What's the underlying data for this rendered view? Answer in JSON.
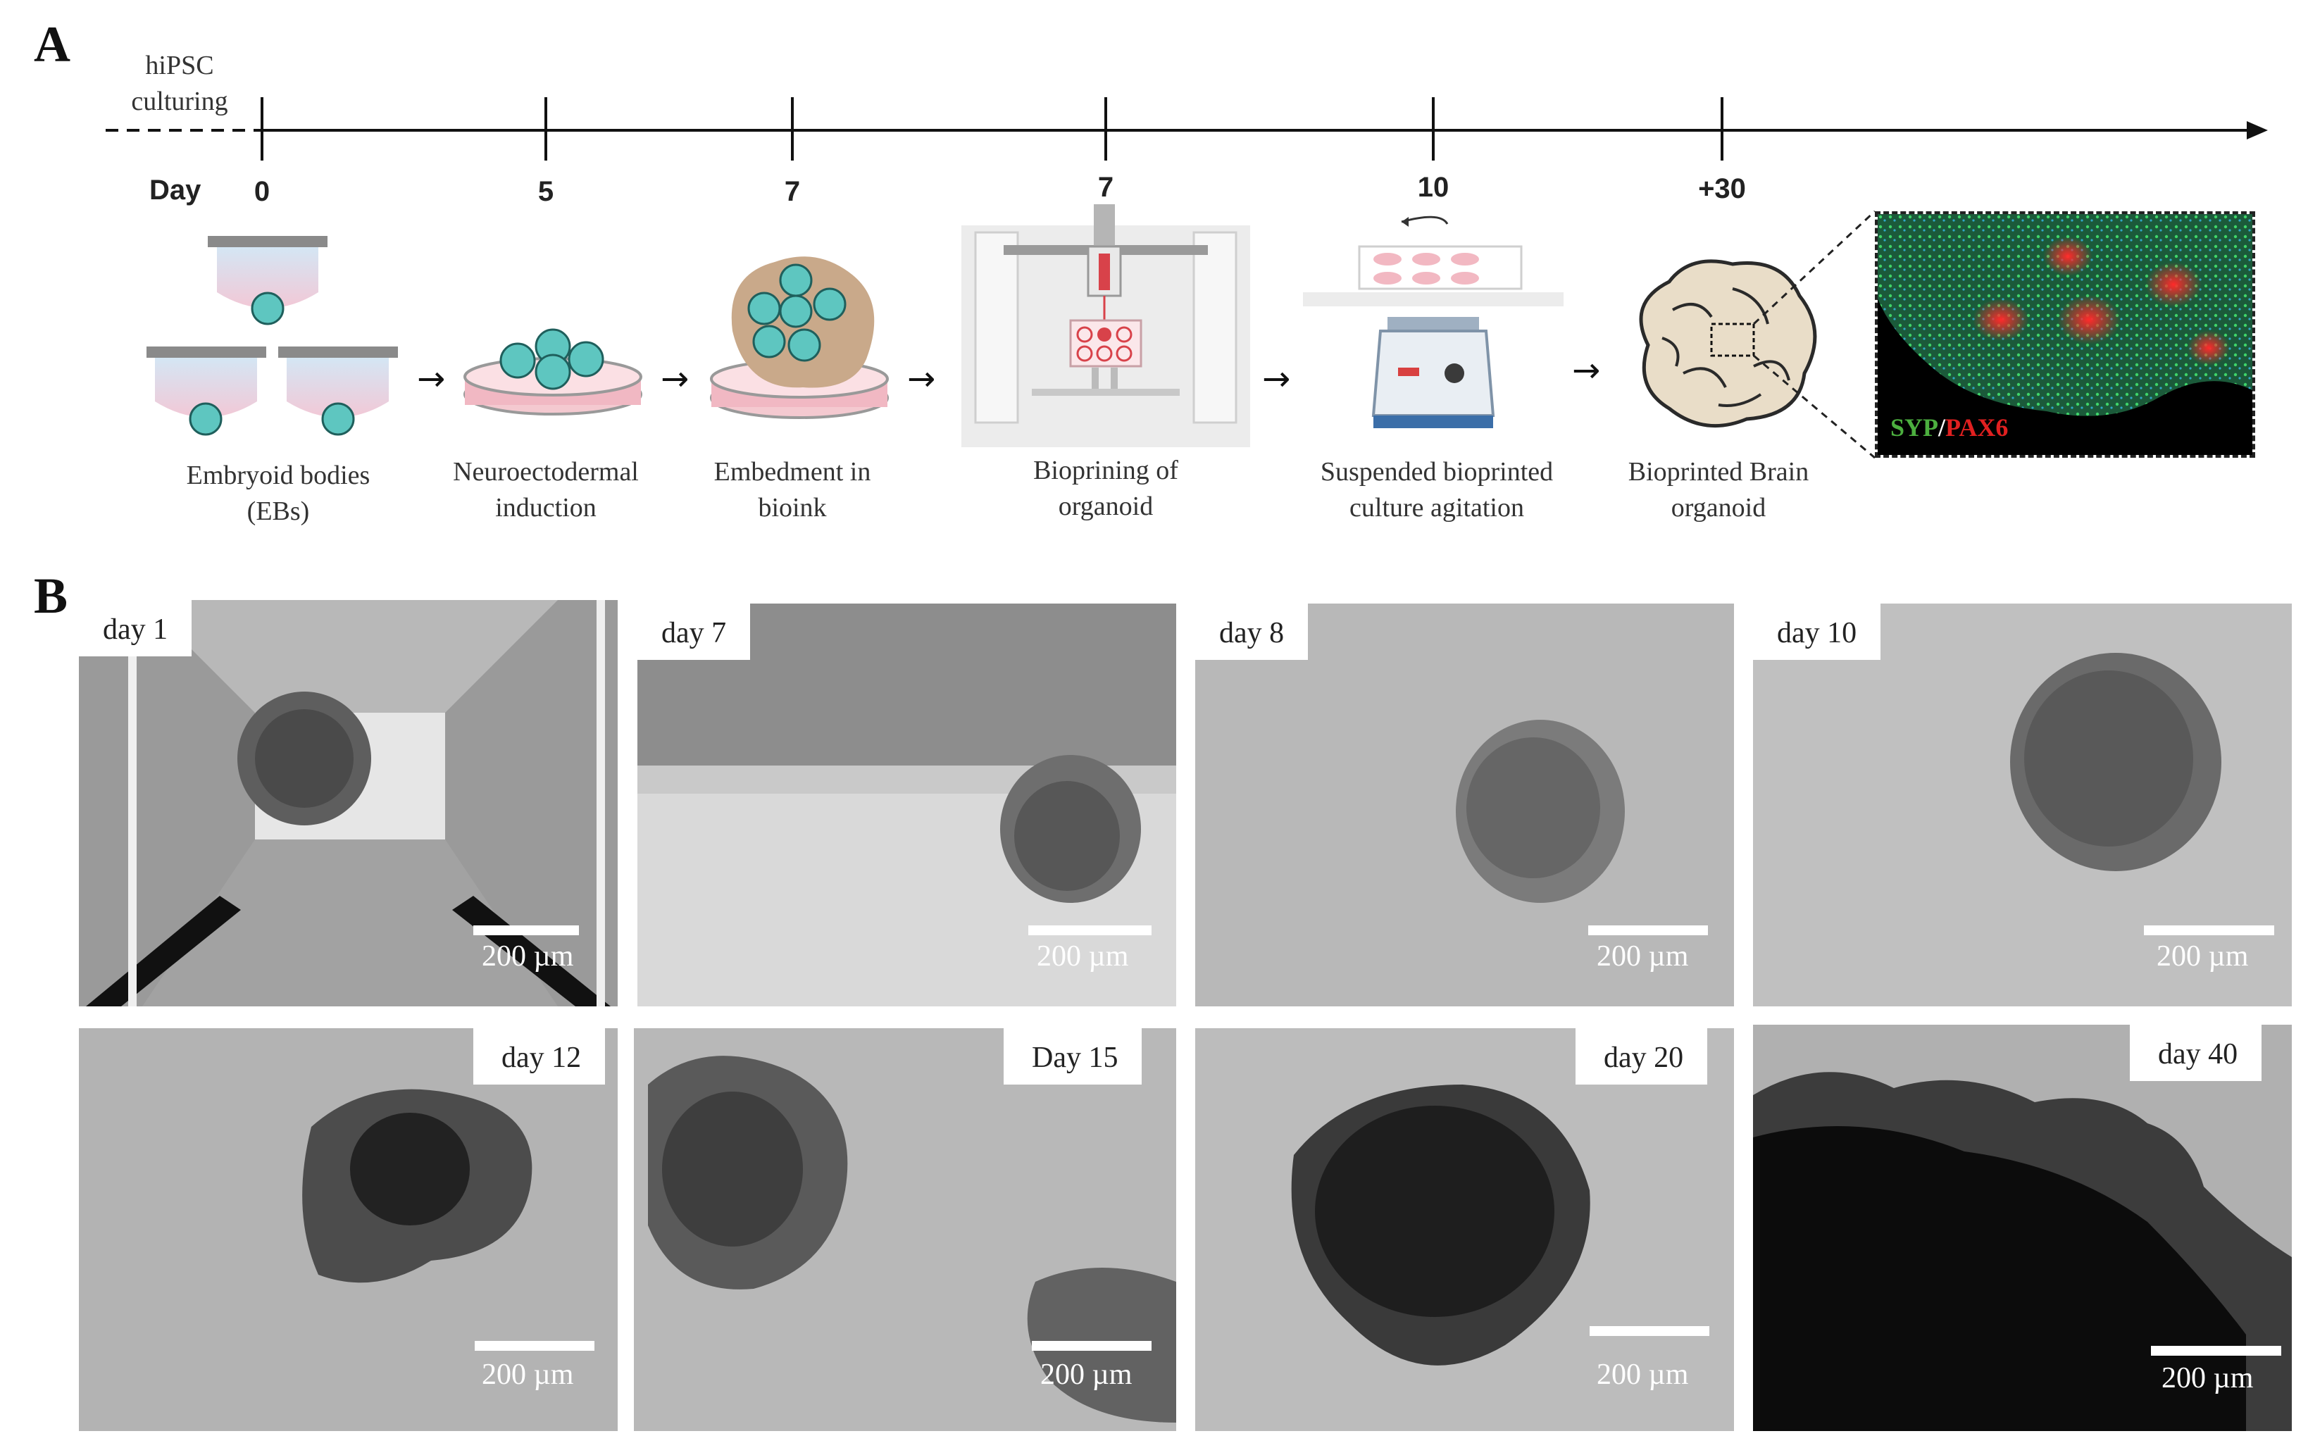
{
  "panel_a": {
    "letter": "A",
    "pre_label_line1": "hiPSC",
    "pre_label_line2": "culturing",
    "day_label": "Day",
    "ticks": [
      "0",
      "5",
      "7",
      "7",
      "10",
      "+30"
    ],
    "steps": [
      {
        "line1": "Embryoid bodies",
        "line2": "(EBs)"
      },
      {
        "line1": "Neuroectodermal",
        "line2": "induction"
      },
      {
        "line1": "Embedment in",
        "line2": "bioink"
      },
      {
        "line1": "Bioprining of",
        "line2": "organoid"
      },
      {
        "line1": "Suspended bioprinted",
        "line2": "culture agitation"
      },
      {
        "line1": "Bioprinted Brain",
        "line2": "organoid"
      }
    ],
    "stain": {
      "syp": "SYP",
      "slash": "/",
      "pax6": "PAX6",
      "syp_color": "#4caf3f",
      "pax6_color": "#e02020"
    },
    "arrow_glyph": "→"
  },
  "panel_b": {
    "letter": "B",
    "scale_text": "200 µm",
    "images": [
      {
        "day": "day 1"
      },
      {
        "day": "day 7"
      },
      {
        "day": "day 8"
      },
      {
        "day": "day 10"
      },
      {
        "day": "day 12"
      },
      {
        "day": "Day 15"
      },
      {
        "day": "day 20"
      },
      {
        "day": "day 40"
      }
    ]
  }
}
